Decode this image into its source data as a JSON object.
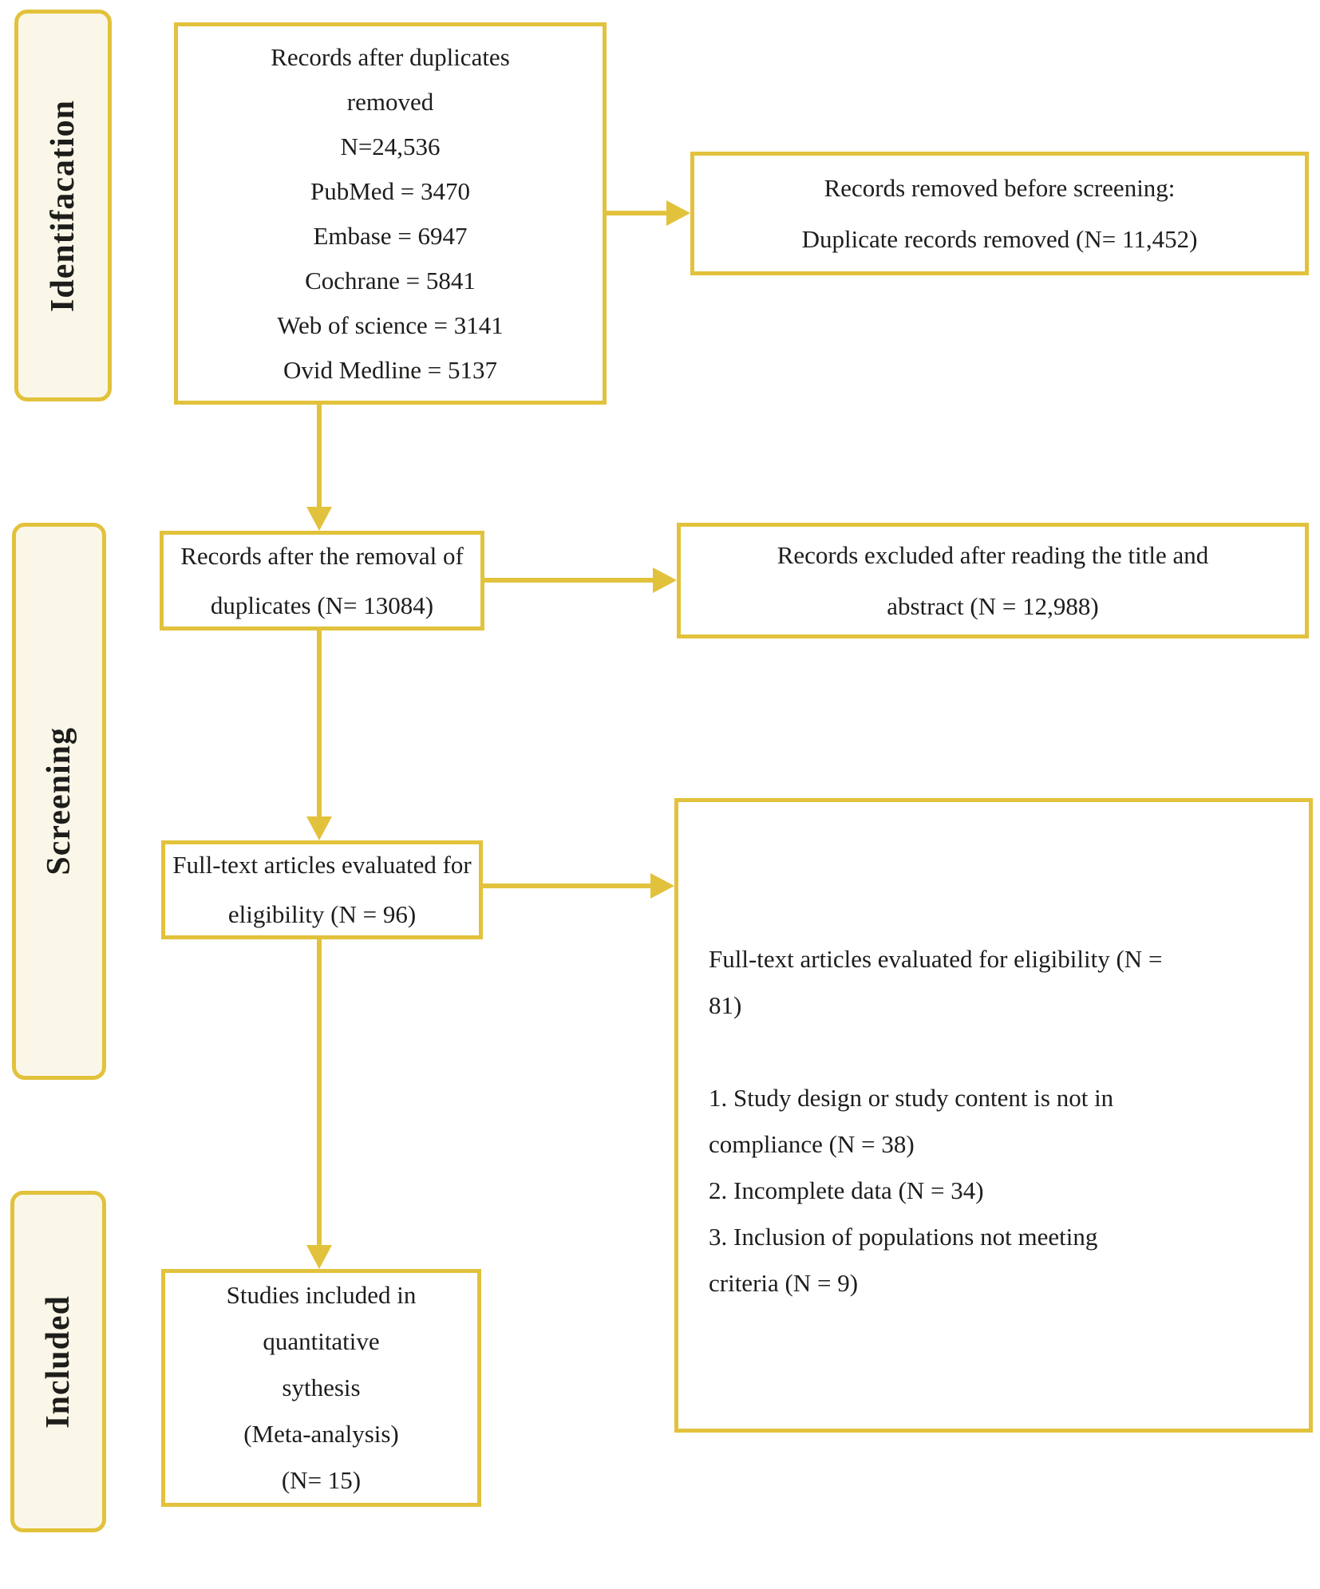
{
  "labels": {
    "identification": "Identifacation",
    "screening": "Screening",
    "included": "Included"
  },
  "boxes": {
    "records_initial": {
      "lines": [
        "Records after duplicates",
        "removed",
        "N=24,536",
        "PubMed = 3470",
        "Embase = 6947",
        "Cochrane = 5841",
        "Web of science = 3141",
        "Ovid Medline = 5137"
      ]
    },
    "removed_before_screening": {
      "lines": [
        "Records removed before screening:",
        "Duplicate records removed (N= 11,452)"
      ]
    },
    "records_after_dedup": {
      "lines": [
        "Records after the removal of",
        "duplicates (N= 13084)"
      ]
    },
    "excluded_title_abstract": {
      "lines": [
        "Records excluded after reading the title and",
        "abstract (N = 12,988)"
      ]
    },
    "fulltext_evaluated": {
      "lines": [
        "Full-text articles evaluated for",
        "eligibility (N = 96)"
      ]
    },
    "fulltext_excluded": {
      "lines": [
        "Full-text articles evaluated for eligibility (N =",
        "81)",
        "",
        "1. Study design or study content is not in",
        "compliance (N = 38)",
        "2. Incomplete data (N = 34)",
        "3. Inclusion of populations not meeting",
        "criteria (N = 9)"
      ]
    },
    "studies_included": {
      "lines": [
        "Studies included in",
        "quantitative",
        "sythesis",
        "(Meta-analysis)",
        "(N= 15)"
      ]
    }
  },
  "colors": {
    "border": "#e2c23c",
    "label_fill": "#fbf7e8",
    "text": "#1d1d1b",
    "background": "#ffffff"
  }
}
